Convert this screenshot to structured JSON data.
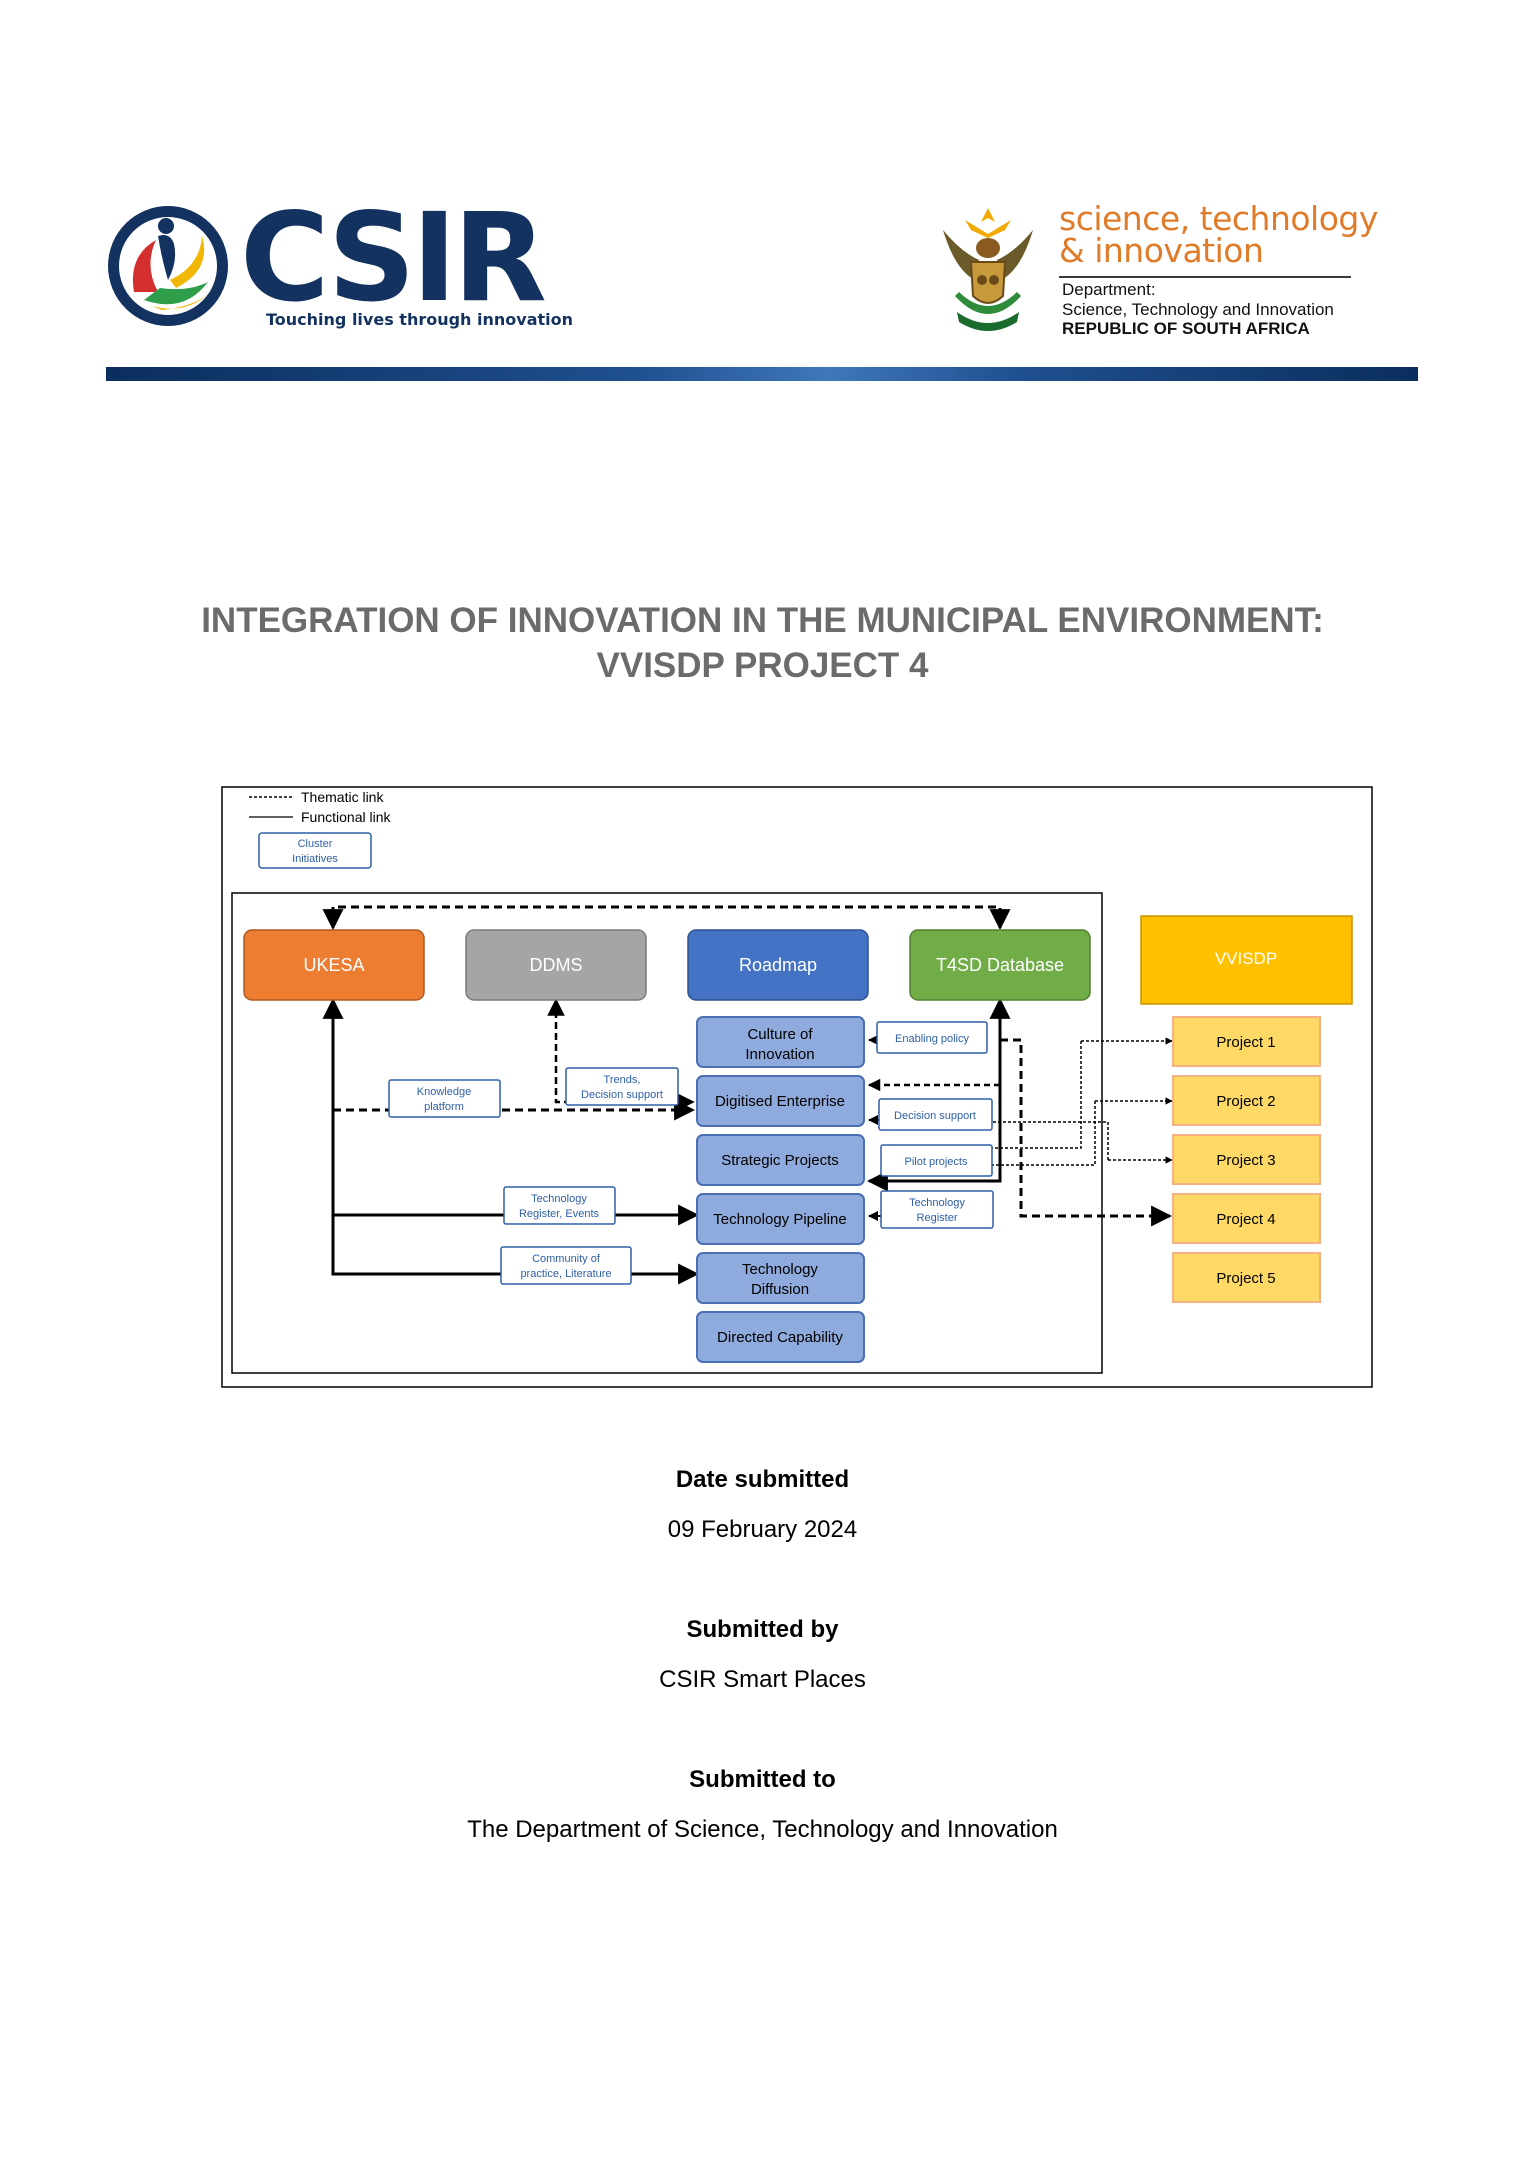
{
  "header": {
    "csir": {
      "name": "CSIR",
      "tagline": "Touching lives through innovation"
    },
    "dsti": {
      "name_line_1": "science, technology",
      "name_line_2": "& innovation",
      "dept_line_1": "Department:",
      "dept_line_2": "Science, Technology and Innovation",
      "dept_line_3": "REPUBLIC OF SOUTH AFRICA"
    }
  },
  "title": {
    "line_1": "INTEGRATION OF INNOVATION IN THE MUNICIPAL ENVIRONMENT:",
    "line_2": "VVISDP PROJECT 4"
  },
  "diagram": {
    "legend": {
      "thematic": "Thematic link",
      "functional": "Functional link",
      "cluster_1": "Cluster",
      "cluster_2": "Initiatives"
    },
    "top_boxes": {
      "ukesa": "UKESA",
      "ddms": "DDMS",
      "roadmap": "Roadmap",
      "t4sd": "T4SD Database",
      "vvisdp": "VVISDP"
    },
    "roadmap_items": {
      "culture_1": "Culture of",
      "culture_2": "Innovation",
      "digitised": "Digitised Enterprise",
      "strategic": "Strategic Projects",
      "pipeline": "Technology Pipeline",
      "diffusion_1": "Technology",
      "diffusion_2": "Diffusion",
      "directed": "Directed Capability"
    },
    "link_labels": {
      "knowledge_1": "Knowledge",
      "knowledge_2": "platform",
      "trends_1": "Trends,",
      "trends_2": "Decision support",
      "tech_reg_events_1": "Technology",
      "tech_reg_events_2": "Register, Events",
      "community_1": "Community of",
      "community_2": "practice, Literature",
      "enabling_policy": "Enabling policy",
      "decision_support": "Decision support",
      "pilot_projects": "Pilot projects",
      "tech_register_1": "Technology",
      "tech_register_2": "Register"
    },
    "projects": {
      "p1": "Project 1",
      "p2": "Project 2",
      "p3": "Project 3",
      "p4": "Project 4",
      "p5": "Project 5"
    },
    "colors": {
      "ukesa": "#ed7d31",
      "ddms": "#a5a5a5",
      "roadmap": "#4472c4",
      "t4sd": "#70ad47",
      "vvisdp": "#ffc000",
      "roadmap_item": "#8faadc",
      "project": "#ffd966",
      "link_label": "#2e5fa8"
    }
  },
  "submission": {
    "date_label": "Date submitted",
    "date_value": "09 February 2024",
    "by_label": "Submitted by",
    "by_value": "CSIR Smart Places",
    "to_label": "Submitted to",
    "to_value": "The Department of Science, Technology and Innovation"
  }
}
